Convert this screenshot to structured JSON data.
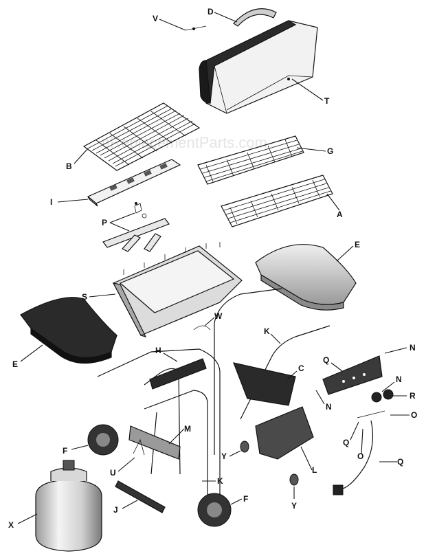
{
  "watermark": "eReplacementParts.com",
  "callouts": {
    "V": "V",
    "D": "D",
    "T": "T",
    "B": "B",
    "G": "G",
    "I": "I",
    "A": "A",
    "P": "P",
    "E_right": "E",
    "S": "S",
    "W": "W",
    "E_left": "E",
    "K_upper": "K",
    "N_upper": "N",
    "H": "H",
    "Q_upper": "Q",
    "C": "C",
    "N_middle": "N",
    "N_lower": "N",
    "R": "R",
    "O_right": "O",
    "Q_middle": "Q",
    "F_left": "F",
    "M": "M",
    "O_lower": "O",
    "Y_upper": "Y",
    "L": "L",
    "Q_lower": "Q",
    "U": "U",
    "K_lower": "K",
    "J": "J",
    "F_lower": "F",
    "Y_lower": "Y",
    "X": "X"
  },
  "colors": {
    "line": "#111111",
    "dark_part": "#2a2a2a",
    "light_part": "#e8e8e8",
    "mid_part": "#9a9a9a"
  }
}
